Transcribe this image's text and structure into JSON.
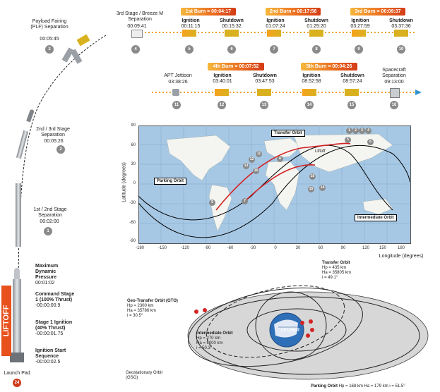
{
  "launch_pad": {
    "label": "Launch Pad",
    "number": "24",
    "liftoff": "LIFTOFF"
  },
  "left_events": [
    {
      "title": "Payload Fairing (PLF) Separation",
      "time": "00:05:45",
      "num": "3"
    },
    {
      "title": "2nd / 3rd Stage Separation",
      "time": "00:05:26",
      "num": "2"
    },
    {
      "title": "1st / 2nd Stage Separation",
      "time": "00:02:00",
      "num": "1"
    }
  ],
  "pre_events": [
    {
      "title": "Maximum Dynamic Pressure",
      "time": "00:01:02"
    },
    {
      "title": "Command Stage 1 (100% Thrust)",
      "time": "-00:00:00.9"
    },
    {
      "title": "Stage 1 Ignition (40% Thrust)",
      "time": "-00:00:01.75"
    },
    {
      "title": "Ignition Start Sequence",
      "time": "-00:00:02.5"
    }
  ],
  "row1": {
    "separation": {
      "title": "3rd Stage / Breeze M Separation",
      "time": "00:09:41",
      "num": "4"
    },
    "burns": [
      {
        "label": "1st Burn = 00:04:17",
        "ignition": "00:11:15",
        "shutdown": "00:15:32",
        "n1": "5",
        "n2": "6"
      },
      {
        "label": "2nd Burn = 00:17:56",
        "ignition": "01:07:24",
        "shutdown": "01:25:20",
        "n1": "7",
        "n2": "8"
      },
      {
        "label": "3rd Burn = 00:09:37",
        "ignition": "03:27:59",
        "shutdown": "03:37:36",
        "n1": "9",
        "n2": "10"
      }
    ]
  },
  "row2": {
    "apt": {
      "title": "APT Jettison",
      "time": "03:38:26",
      "num": "11"
    },
    "burns": [
      {
        "label": "4th Burn = 00:07:52",
        "ignition": "03:40:01",
        "shutdown": "03:47:53",
        "n1": "12",
        "n2": "13"
      },
      {
        "label": "5th Burn = 00:04:26",
        "ignition": "08:52:58",
        "shutdown": "08:57:24",
        "n1": "14",
        "n2": "15"
      }
    ],
    "spacecraft": {
      "title": "Spacecraft Separation",
      "time": "09:13:00",
      "num": "16"
    }
  },
  "words": {
    "ignition": "Ignition",
    "shutdown": "Shutdown"
  },
  "map": {
    "ylabel": "Latitude (degrees)",
    "xlabel": "Longitude (degrees)",
    "xticks": [
      "-180",
      "-150",
      "-120",
      "-90",
      "-60",
      "-30",
      "0",
      "30",
      "60",
      "90",
      "120",
      "150",
      "180"
    ],
    "yticks": [
      "90",
      "60",
      "30",
      "0",
      "-30",
      "-60",
      "-90"
    ],
    "tags": {
      "transfer": "Transfer Orbit",
      "parking": "Parking Orbit",
      "intermediate": "Intermediate Orbit",
      "liftoff": "Liftoff"
    },
    "points": [
      "1",
      "2",
      "3",
      "4",
      "5",
      "6",
      "7",
      "8",
      "9",
      "10",
      "11",
      "12",
      "13",
      "14",
      "15",
      "16"
    ]
  },
  "orbits": {
    "transfer": {
      "title": "Transfer Orbit",
      "hp": "Hp = 435 km",
      "ha": "Ha = 35805 km",
      "i": "i = 49.1°"
    },
    "gto": {
      "title": "Geo-Transfer Orbit (GTO)",
      "hp": "Hp = 2300 km",
      "ha": "Ha = 35786 km",
      "i": "i = 30.5°"
    },
    "intermediate": {
      "title": "Intermediate Orbit",
      "hp": "Hp = 270 km",
      "ha": "Ha = 5000 km",
      "i": "i = 50.3°"
    },
    "geo": {
      "title": "Geostationary Orbit (GSO)"
    },
    "parking": {
      "title": "Parking Orbit",
      "params": "Hp = 168 km  Ha = 179 km  i = 51.5°"
    },
    "liftoff": "LV Liftoff"
  }
}
